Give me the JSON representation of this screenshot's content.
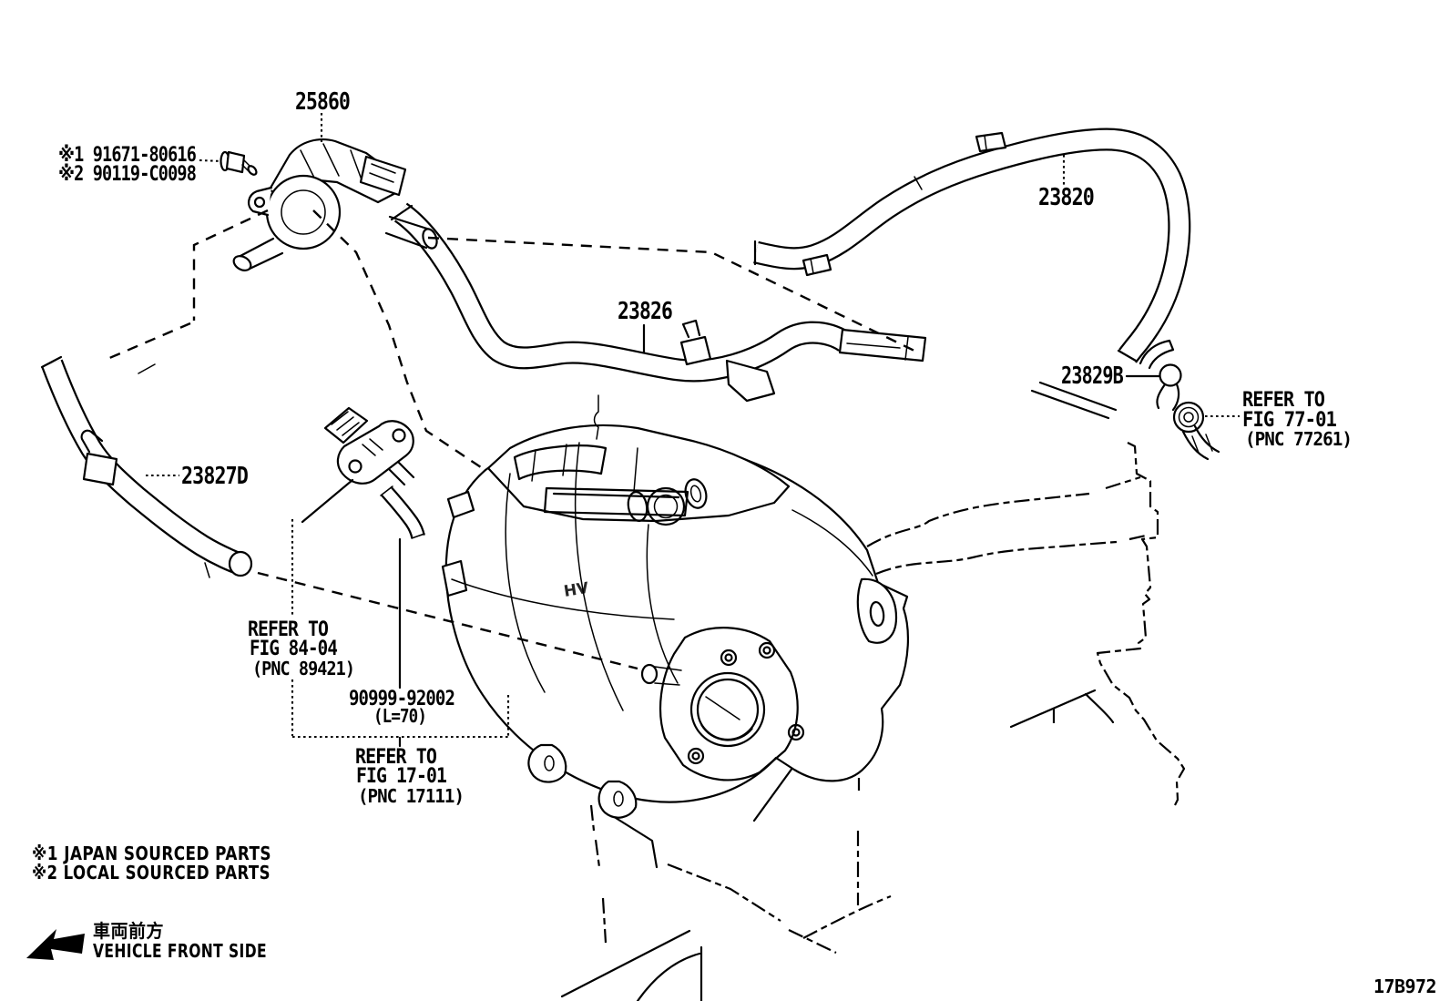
{
  "colors": {
    "ink": "#000000",
    "paper": "#ffffff"
  },
  "callouts": {
    "valve": "25860",
    "bolt_note1": "※1 91671-80616",
    "bolt_note2": "※2 90119-C0098",
    "hose_main": "23820",
    "hose_no1": "23826",
    "clamp": "23829B",
    "hose_no2": "23827D",
    "union_hose_pn": "90999-92002",
    "union_hose_len": "(L=70)"
  },
  "references": {
    "fig_7701": {
      "l1": "REFER TO",
      "l2": "FIG 77-01",
      "l3": "(PNC 77261)"
    },
    "fig_8404": {
      "l1": "REFER TO",
      "l2": "FIG 84-04",
      "l3": "(PNC 89421)"
    },
    "fig_1701": {
      "l1": "REFER TO",
      "l2": "FIG 17-01",
      "l3": "(PNC 17111)"
    }
  },
  "legend": {
    "line1": "※1  JAPAN SOURCED PARTS",
    "line2": "※2  LOCAL SOURCED PARTS"
  },
  "orientation": {
    "jp": "車両前方",
    "en": "VEHICLE FRONT SIDE"
  },
  "figure_code": "17B972",
  "engraving": "HV"
}
